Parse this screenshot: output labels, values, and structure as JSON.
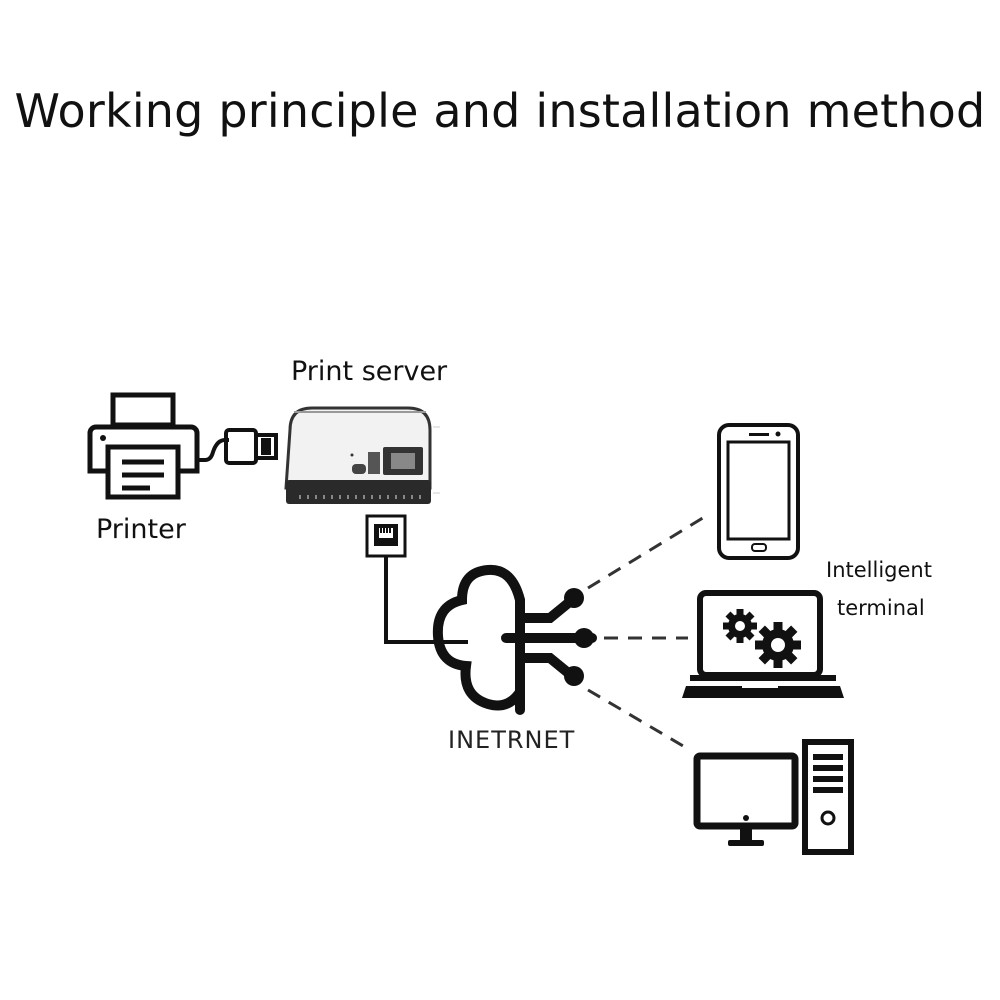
{
  "title": "Working principle and installation method",
  "labels": {
    "print_server": "Print server",
    "printer": "Printer",
    "internet": "INETRNET",
    "terminal_line1": "Intelligent",
    "terminal_line2": "terminal"
  },
  "colors": {
    "ink": "#111111",
    "line": "#222222"
  },
  "icons": [
    "printer-icon",
    "usb-plug-icon",
    "print-server-device-icon",
    "ethernet-port-icon",
    "cloud-network-icon",
    "smartphone-icon",
    "laptop-gears-icon",
    "desktop-computer-icon"
  ]
}
